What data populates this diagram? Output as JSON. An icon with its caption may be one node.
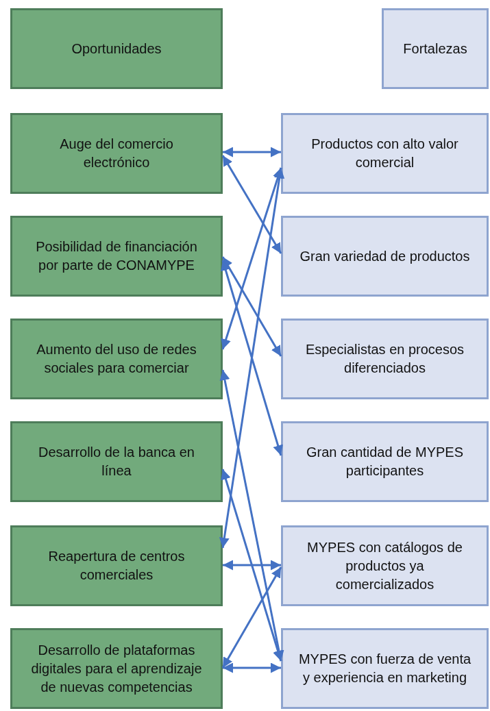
{
  "diagram": {
    "nodes": [
      {
        "text": [
          "Oportunidades"
        ]
      },
      {
        "text": [
          "Fortalezas"
        ]
      },
      {
        "text": [
          "Auge del comercio electrónico"
        ]
      },
      {
        "text": [
          "Productos con alto valor comercial"
        ]
      },
      {
        "text": [
          "Posibilidad de financiación por parte de CONAMYPE"
        ]
      },
      {
        "text": [
          "Gran variedad de productos"
        ]
      },
      {
        "text": [
          "Aumento del uso de redes sociales para comerciar"
        ]
      },
      {
        "text": [
          "Especialistas en procesos diferenciados"
        ]
      },
      {
        "text": [
          "Desarrollo de la banca en línea"
        ]
      },
      {
        "text": [
          "Gran cantidad de MYPES participantes"
        ]
      },
      {
        "text": [
          "Reapertura de centros comerciales"
        ]
      },
      {
        "text": [
          "MYPES con catálogos de productos ya comercializados"
        ]
      },
      {
        "text": [
          "Desarrollo de plataformas digitales para el aprendizaje de nuevas competencias"
        ]
      },
      {
        "text": [
          "MYPES con fuerza de venta y experiencia en marketing"
        ]
      }
    ],
    "edges": [
      {
        "from": 2,
        "to": 3,
        "arrow": "both"
      },
      {
        "from": 2,
        "to": 5,
        "arrow": "both"
      },
      {
        "from": 6,
        "to": 3,
        "arrow": "both"
      },
      {
        "from": 10,
        "to": 3,
        "arrow": "both"
      },
      {
        "from": 4,
        "to": 7,
        "arrow": "both"
      },
      {
        "from": 4,
        "to": 9,
        "arrow": "both"
      },
      {
        "from": 6,
        "to": 13,
        "arrow": "both"
      },
      {
        "from": 8,
        "to": 13,
        "arrow": "both"
      },
      {
        "from": 10,
        "to": 11,
        "arrow": "both"
      },
      {
        "from": 12,
        "to": 11,
        "arrow": "both"
      },
      {
        "from": 12,
        "to": 13,
        "arrow": "both"
      }
    ]
  }
}
